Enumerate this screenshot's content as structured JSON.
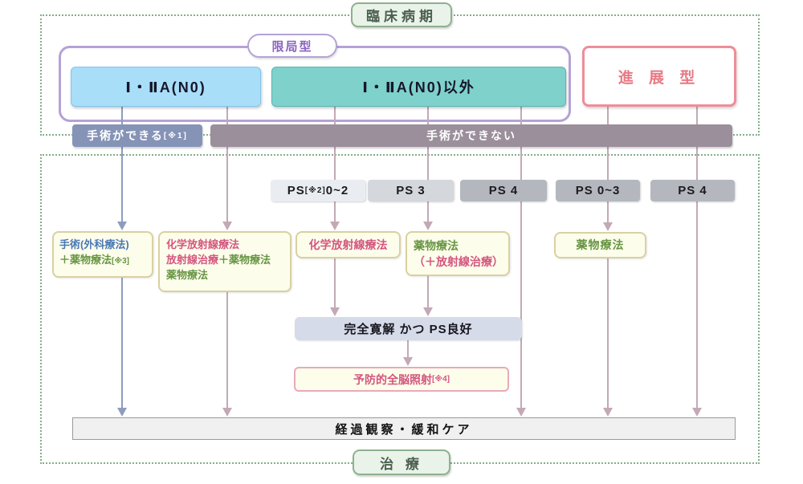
{
  "badges": {
    "top": "臨床病期",
    "bottom": "治 療"
  },
  "limited_label": "限局型",
  "stages": {
    "s1": "Ⅰ・ⅡA(N0)",
    "s2": "Ⅰ・ⅡA(N0)以外",
    "extensive": "進 展 型"
  },
  "surgery": {
    "can": "手術ができる",
    "can_note": "[※1]",
    "cannot": "手術ができない"
  },
  "ps": {
    "p1a": "PS",
    "p1note": "[※2]",
    "p1b": "0~2",
    "p2": "PS 3",
    "p3": "PS 4",
    "p4": "PS 0~3",
    "p5": "PS 4"
  },
  "treatments": {
    "box1": {
      "l1": "手術(外科療法)",
      "l2": "＋薬物療法",
      "l2note": "[※3]"
    },
    "box2": {
      "l1": "化学放射線療法",
      "l2a": "放射線治療",
      "l2b": "＋薬物療法",
      "l3": "薬物療法"
    },
    "box3": {
      "l1": "化学放射線療法"
    },
    "box4": {
      "l1": "薬物療法",
      "l2": "（＋放射線治療）"
    },
    "box5": {
      "l1": "薬物療法"
    }
  },
  "remission_label": "完全寛解 かつ PS良好",
  "pci": {
    "label": "予防的全脳照射",
    "note": "[※4]"
  },
  "observation_label": "経過観察・緩和ケア",
  "colors": {
    "region_border_green": "#84ae88",
    "badge_bg": "#e9f3e9",
    "limited_purple": "#b5a2d6",
    "stage1_blue_bg": "#a9def8",
    "stage2_teal_bg": "#7fd1cb",
    "extensive_pink_border": "#ef8d99",
    "bar_can_bg": "#8593b6",
    "bar_cannot_bg": "#9b8f9b",
    "ps_light": "#e9edf2",
    "ps_mid": "#d4d7db",
    "ps_dark": "#b4b8be",
    "treatment_cream_bg": "#fdfdec",
    "text_surgery_blue": "#4a78b5",
    "text_radiation_pink": "#d4567f",
    "text_drug_green": "#689543",
    "arrow_blue": "#8e9cbe",
    "arrow_mauve": "#c3a9b6",
    "remission_bg": "#d6dbe9",
    "observation_bg": "#f0f0f0"
  }
}
